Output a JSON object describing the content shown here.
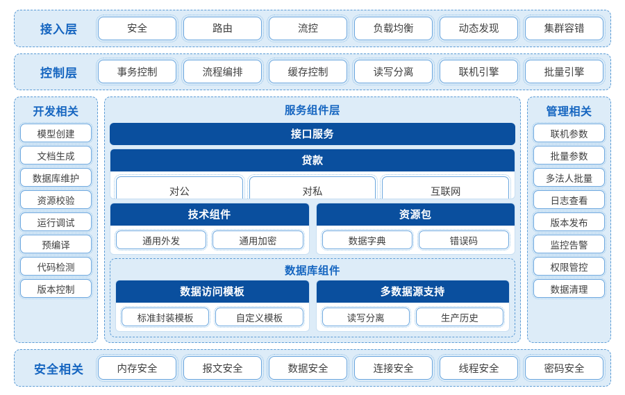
{
  "colors": {
    "panel_bg": "#ddecf8",
    "panel_border": "#5b9bd5",
    "bar_blue": "#0a4f9e",
    "heading_blue": "#1565c0",
    "pill_border": "#6aa6de",
    "pill_text": "#3f3f3f",
    "page_bg": "#ffffff"
  },
  "layers": {
    "access": {
      "title": "接入层",
      "items": [
        "安全",
        "路由",
        "流控",
        "负载均衡",
        "动态发现",
        "集群容错"
      ]
    },
    "control": {
      "title": "控制层",
      "items": [
        "事务控制",
        "流程编排",
        "缓存控制",
        "读写分离",
        "联机引擎",
        "批量引擎"
      ]
    },
    "security": {
      "title": "安全相关",
      "items": [
        "内存安全",
        "报文安全",
        "数据安全",
        "连接安全",
        "线程安全",
        "密码安全"
      ]
    }
  },
  "left_column": {
    "title": "开发相关",
    "items": [
      "模型创建",
      "文档生成",
      "数据库维护",
      "资源校验",
      "运行调试",
      "预编译",
      "代码检测",
      "版本控制"
    ]
  },
  "right_column": {
    "title": "管理相关",
    "items": [
      "联机参数",
      "批量参数",
      "多法人批量",
      "日志查看",
      "版本发布",
      "监控告警",
      "权限管控",
      "数据清理"
    ]
  },
  "center": {
    "title": "服务组件层",
    "interface_service": "接口服务",
    "loan": {
      "header": "贷款",
      "items": [
        "对公",
        "对私",
        "互联网"
      ]
    },
    "tech_component": {
      "header": "技术组件",
      "items": [
        "通用外发",
        "通用加密"
      ]
    },
    "resource_package": {
      "header": "资源包",
      "items": [
        "数据字典",
        "错误码"
      ]
    },
    "database_component": {
      "title": "数据库组件",
      "data_access_template": {
        "header": "数据访问模板",
        "items": [
          "标准封装模板",
          "自定义模板"
        ]
      },
      "multi_datasource": {
        "header": "多数据源支持",
        "items": [
          "读写分离",
          "生产历史"
        ]
      }
    }
  }
}
